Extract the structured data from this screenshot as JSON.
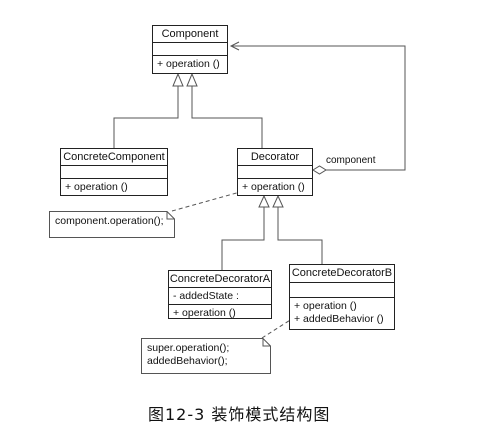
{
  "classes": {
    "component": {
      "name": "Component",
      "attributes": [],
      "operations": [
        "+ operation ()"
      ]
    },
    "concrete_component": {
      "name": "ConcreteComponent",
      "attributes": [],
      "operations": [
        "+ operation ()"
      ]
    },
    "decorator": {
      "name": "Decorator",
      "attributes": [],
      "operations": [
        "+ operation ()"
      ]
    },
    "concrete_decorator_a": {
      "name": "ConcreteDecoratorA",
      "attributes": [
        "- addedState  :"
      ],
      "operations": [
        "+ operation ()"
      ]
    },
    "concrete_decorator_b": {
      "name": "ConcreteDecoratorB",
      "attributes": [],
      "operations": [
        "+ operation ()",
        "+ addedBehavior ()"
      ]
    }
  },
  "notes": {
    "decorator_note": [
      "component.operation();"
    ],
    "decorator_b_note": [
      "super.operation();",
      "addedBehavior();"
    ]
  },
  "association_label": "component",
  "caption": "图12-3   装饰模式结构图",
  "relations": [
    {
      "type": "generalization",
      "from": "ConcreteComponent",
      "to": "Component"
    },
    {
      "type": "generalization",
      "from": "Decorator",
      "to": "Component"
    },
    {
      "type": "aggregation",
      "from": "Decorator",
      "to": "Component",
      "label": "component"
    },
    {
      "type": "generalization",
      "from": "ConcreteDecoratorA",
      "to": "Decorator"
    },
    {
      "type": "generalization",
      "from": "ConcreteDecoratorB",
      "to": "Decorator"
    }
  ]
}
